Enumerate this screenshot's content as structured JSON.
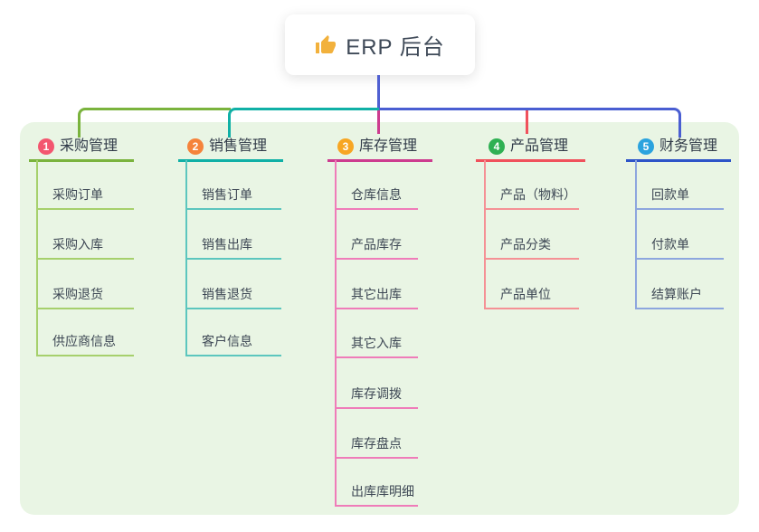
{
  "root": {
    "icon": "thumbs-up-icon",
    "label": "ERP 后台"
  },
  "colors": {
    "panel_bg": "#e9f5e4",
    "root_drop": "#5060d2",
    "bus_blue": "#4a5ed2",
    "root_text": "#3f4a58",
    "thumb_icon": "#f2b13c"
  },
  "branches": [
    {
      "key": "purchase",
      "num": "1",
      "label": "采购管理",
      "circle_color": "#f3566f",
      "main_color": "#7ab33d",
      "light_color": "#a6d06c",
      "children": [
        "采购订单",
        "采购入库",
        "采购退货",
        "供应商信息"
      ]
    },
    {
      "key": "sales",
      "num": "2",
      "label": "销售管理",
      "circle_color": "#f5833b",
      "main_color": "#10b0a6",
      "light_color": "#5cc6be",
      "children": [
        "销售订单",
        "销售出库",
        "销售退货",
        "客户信息"
      ]
    },
    {
      "key": "inventory",
      "num": "3",
      "label": "库存管理",
      "circle_color": "#f7a623",
      "main_color": "#cd3c8f",
      "light_color": "#ef7cb9",
      "children": [
        "仓库信息",
        "产品库存",
        "其它出库",
        "其它入库",
        "库存调拨",
        "库存盘点",
        "出库库明细"
      ]
    },
    {
      "key": "product",
      "num": "4",
      "label": "产品管理",
      "circle_color": "#2fb053",
      "main_color": "#f0515c",
      "light_color": "#f59195",
      "children": [
        "产品（物料）",
        "产品分类",
        "产品单位"
      ]
    },
    {
      "key": "finance",
      "num": "5",
      "label": "财务管理",
      "circle_color": "#2ba3de",
      "main_color": "#2d54c8",
      "light_color": "#8da6de",
      "children": [
        "回款单",
        "付款单",
        "结算账户"
      ]
    }
  ]
}
